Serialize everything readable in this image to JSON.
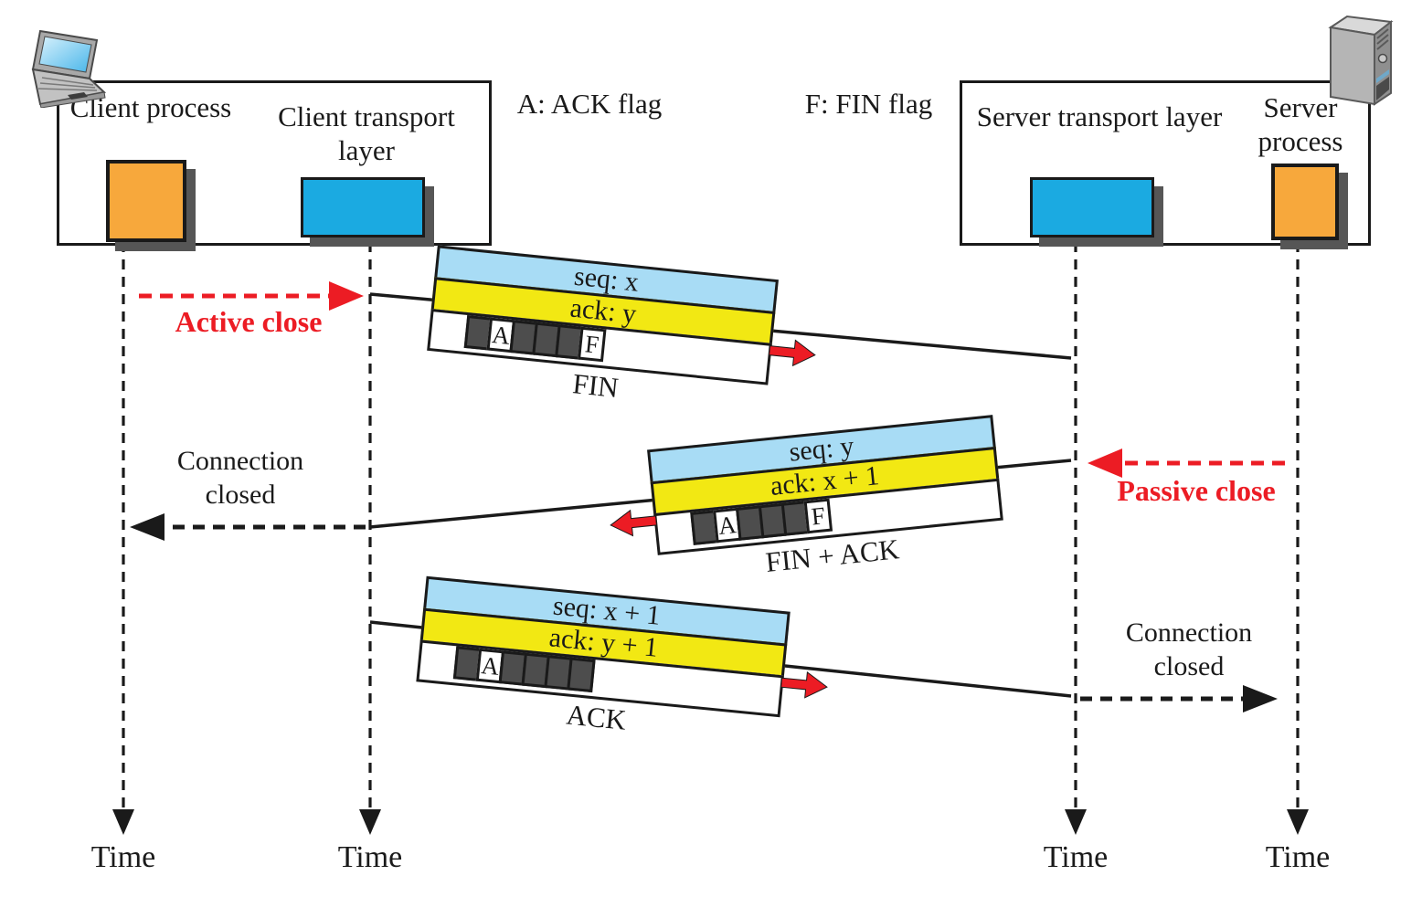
{
  "legend": {
    "ack_flag": "A: ACK flag",
    "fin_flag": "F: FIN flag"
  },
  "client_host": {
    "process": "Client process",
    "transport": "Client transport layer"
  },
  "server_host": {
    "transport": "Server transport layer",
    "process": "Server process"
  },
  "events": {
    "active_close": "Active close",
    "passive_close": "Passive close",
    "client_closed": "Connection closed",
    "server_closed": "Connection closed"
  },
  "segments": [
    {
      "seq": "seq: x",
      "ack": "ack: y",
      "label": "FIN",
      "flags": {
        "a": "A",
        "f": "F"
      },
      "direction": "client-to-server"
    },
    {
      "seq": "seq: y",
      "ack": "ack: x + 1",
      "label": "FIN + ACK",
      "flags": {
        "a": "A",
        "f": "F"
      },
      "direction": "server-to-client"
    },
    {
      "seq": "seq: x + 1",
      "ack": "ack: y + 1",
      "label": "ACK",
      "flags": {
        "a": "A"
      },
      "direction": "client-to-server"
    }
  ],
  "time_axes": [
    "Time",
    "Time",
    "Time",
    "Time"
  ],
  "colors": {
    "process_fill": "#F7A83C",
    "transport_fill": "#1BAAE1",
    "seq_band": "#A8DCF5",
    "ack_band": "#F2E813",
    "flag_cell_off": "#4D4D4D",
    "accent_red": "#EC1C24",
    "line_black": "#1a1a1a"
  }
}
